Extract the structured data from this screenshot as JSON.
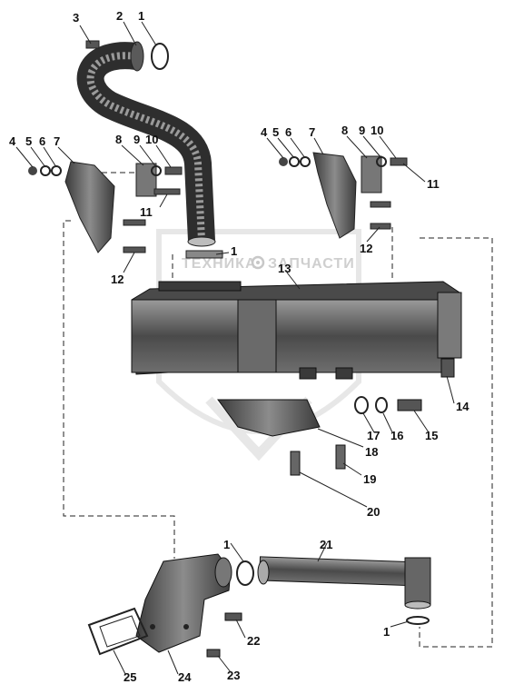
{
  "watermark": {
    "left_text": "ТЕХНИКА",
    "right_text": "ЗАПЧАСТИ",
    "gear_icon": "gear-icon"
  },
  "callouts": [
    {
      "id": "c3",
      "text": "3"
    },
    {
      "id": "c2",
      "text": "2"
    },
    {
      "id": "c1a",
      "text": "1"
    },
    {
      "id": "c4a",
      "text": "4"
    },
    {
      "id": "c5a",
      "text": "5"
    },
    {
      "id": "c6a",
      "text": "6"
    },
    {
      "id": "c7a",
      "text": "7"
    },
    {
      "id": "c8a",
      "text": "8"
    },
    {
      "id": "c9a",
      "text": "9"
    },
    {
      "id": "c10a",
      "text": "10"
    },
    {
      "id": "c11a",
      "text": "11"
    },
    {
      "id": "c12a",
      "text": "12"
    },
    {
      "id": "c4b",
      "text": "4"
    },
    {
      "id": "c5b",
      "text": "5"
    },
    {
      "id": "c6b",
      "text": "6"
    },
    {
      "id": "c7b",
      "text": "7"
    },
    {
      "id": "c8b",
      "text": "8"
    },
    {
      "id": "c9b",
      "text": "9"
    },
    {
      "id": "c10b",
      "text": "10"
    },
    {
      "id": "c11b",
      "text": "11"
    },
    {
      "id": "c12b",
      "text": "12"
    },
    {
      "id": "c1b",
      "text": "1"
    },
    {
      "id": "c13",
      "text": "13"
    },
    {
      "id": "c14",
      "text": "14"
    },
    {
      "id": "c17",
      "text": "17"
    },
    {
      "id": "c16",
      "text": "16"
    },
    {
      "id": "c15",
      "text": "15"
    },
    {
      "id": "c18",
      "text": "18"
    },
    {
      "id": "c19",
      "text": "19"
    },
    {
      "id": "c20",
      "text": "20"
    },
    {
      "id": "c21",
      "text": "21"
    },
    {
      "id": "c1c",
      "text": "1"
    },
    {
      "id": "c1d",
      "text": "1"
    },
    {
      "id": "c22",
      "text": "22"
    },
    {
      "id": "c23",
      "text": "23"
    },
    {
      "id": "c24",
      "text": "24"
    },
    {
      "id": "c25",
      "text": "25"
    }
  ]
}
